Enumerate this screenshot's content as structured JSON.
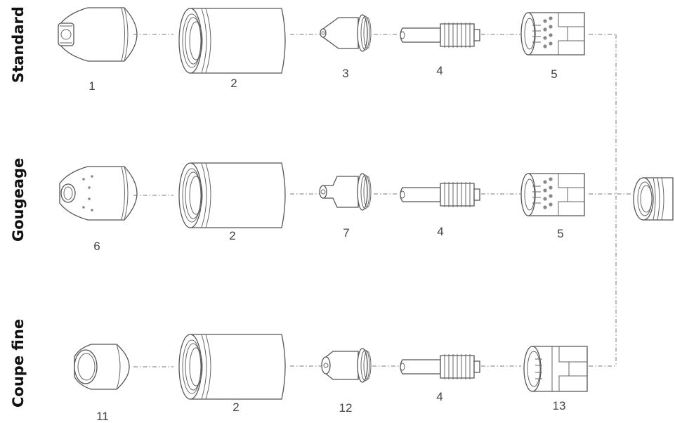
{
  "rows": [
    {
      "label": "Standard"
    },
    {
      "label": "Gougeage"
    },
    {
      "label": "Coupe fine"
    }
  ],
  "numbers": {
    "r1": [
      "1",
      "2",
      "3",
      "4",
      "5"
    ],
    "r2": [
      "6",
      "2",
      "7",
      "4",
      "5"
    ],
    "r3": [
      "11",
      "2",
      "12",
      "4",
      "13"
    ]
  }
}
